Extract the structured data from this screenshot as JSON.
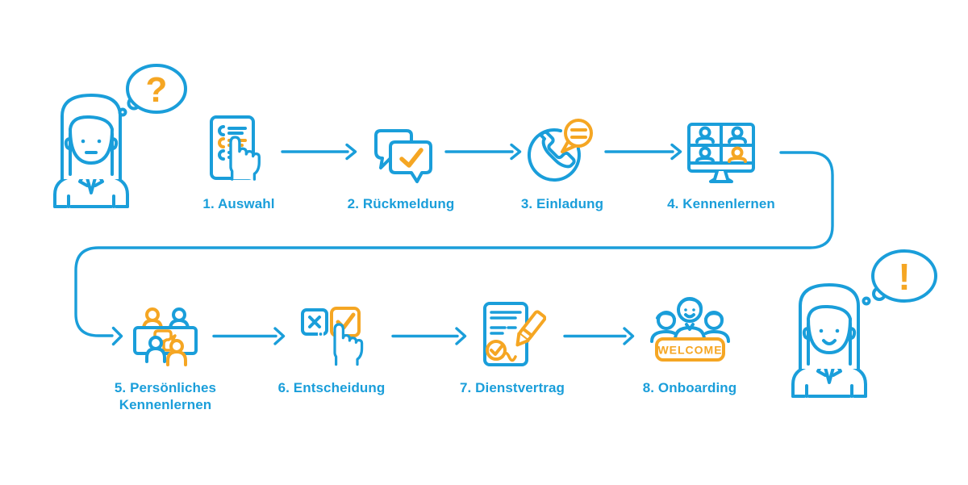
{
  "palette": {
    "blue": "#1A9EDA",
    "orange": "#F5A623",
    "background": "#FFFFFF"
  },
  "left_figure": {
    "description": "woman thinking",
    "thought_symbol": "?"
  },
  "right_figure": {
    "description": "woman smiling",
    "thought_symbol": "!"
  },
  "steps": [
    {
      "label": "1. Auswahl",
      "icon": "checklist-hand-icon"
    },
    {
      "label": "2. Rückmeldung",
      "icon": "chat-bubbles-check-icon"
    },
    {
      "label": "3. Einladung",
      "icon": "phone-speech-bubble-icon"
    },
    {
      "label": "4. Kennenlernen",
      "icon": "video-call-screen-icon"
    },
    {
      "label": "5. Persönliches Kennenlernen",
      "icon": "meeting-table-icon"
    },
    {
      "label": "6. Entscheidung",
      "icon": "choice-checkboxes-hand-icon"
    },
    {
      "label": "7. Dienstvertrag",
      "icon": "contract-signing-icon"
    },
    {
      "label": "8. Onboarding",
      "icon": "team-welcome-sign-icon"
    }
  ],
  "welcome_sign_text": "WELCOME"
}
